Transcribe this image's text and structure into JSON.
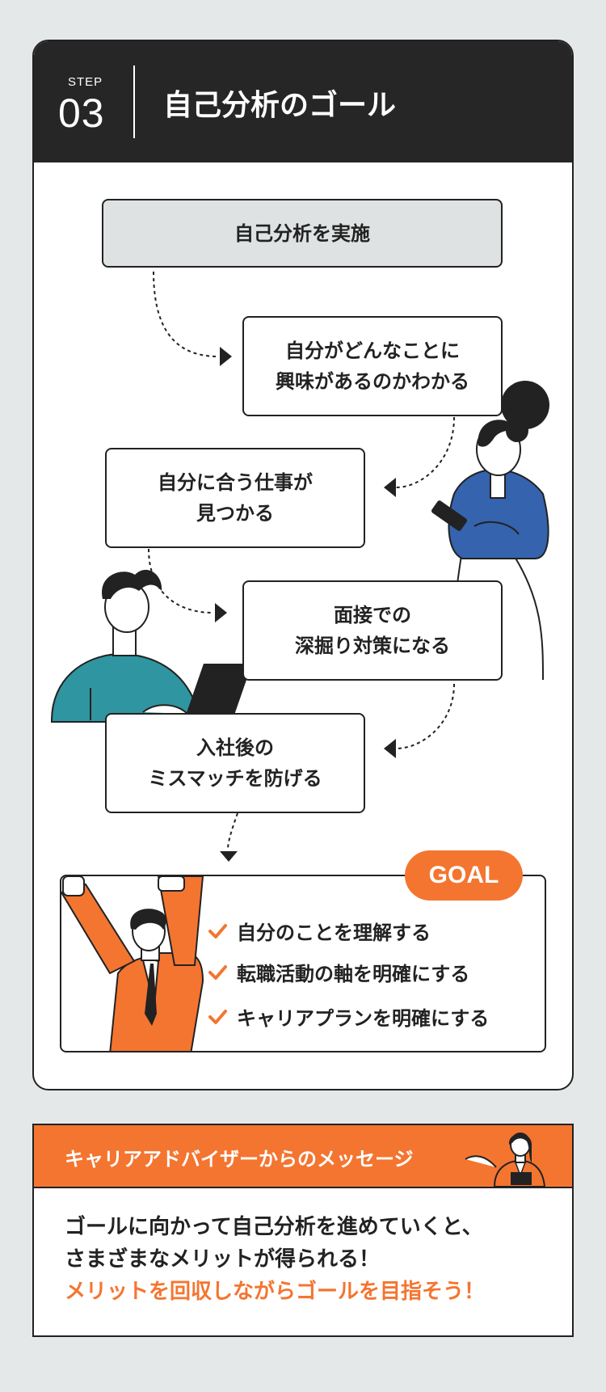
{
  "step": {
    "label": "STEP",
    "number": "03",
    "title": "自己分析のゴール"
  },
  "flow": {
    "start": "自己分析を実施",
    "step1": [
      "自分がどんなことに",
      "興味があるのかわかる"
    ],
    "step2": [
      "自分に合う仕事が",
      "見つかる"
    ],
    "step3": [
      "面接での",
      "深掘り対策になる"
    ],
    "step4": [
      "入社後の",
      "ミスマッチを防げる"
    ]
  },
  "goal": {
    "badge": "GOAL",
    "items": [
      "自分のことを理解する",
      "転職活動の軸を明確にする",
      "キャリアプランを明確にする"
    ]
  },
  "message": {
    "title": "キャリアアドバイザーからのメッセージ",
    "line1": "ゴールに向かって自己分析を進めていくと、",
    "line2": "さまざまなメリットが得られる！",
    "line3": "メリットを回収しながらゴールを目指そう！"
  },
  "colors": {
    "accent": "#f47530",
    "dark": "#262626",
    "blue": "#3563ad",
    "teal": "#2f95a0",
    "startBox": "#dee2e2"
  },
  "icons": [
    "check-icon",
    "flow-arrow-icon",
    "woman-with-phone-illustration",
    "man-with-laptop-illustration",
    "cheering-man-illustration",
    "advisor-illustration"
  ]
}
